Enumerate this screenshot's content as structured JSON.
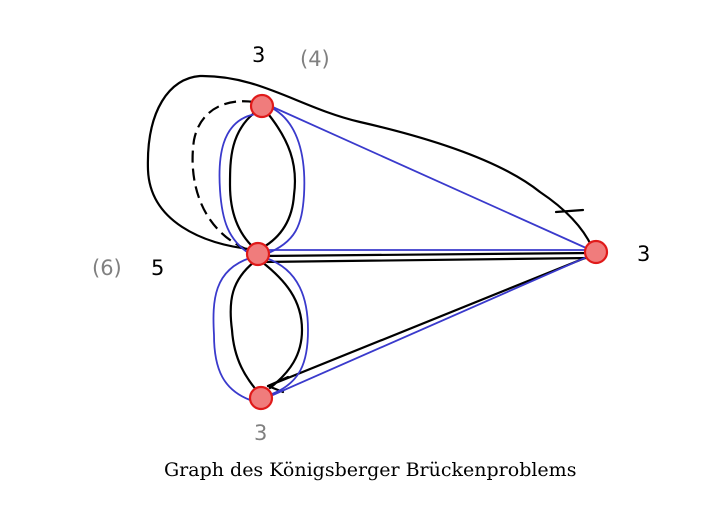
{
  "nodes": {
    "top": {
      "degree": "3",
      "alt_degree": "(4)"
    },
    "middle": {
      "degree": "5",
      "alt_degree": "(6)"
    },
    "right": {
      "degree": "3"
    },
    "bottom": {
      "degree": "3"
    }
  },
  "caption": "Graph des Königsberger Brückenproblems",
  "colors": {
    "node_fill": "#f07c7c",
    "node_stroke": "#e01a1a",
    "path_blue": "#3a3acc",
    "edge_black": "#000000",
    "alt_label_gray": "#808080"
  }
}
